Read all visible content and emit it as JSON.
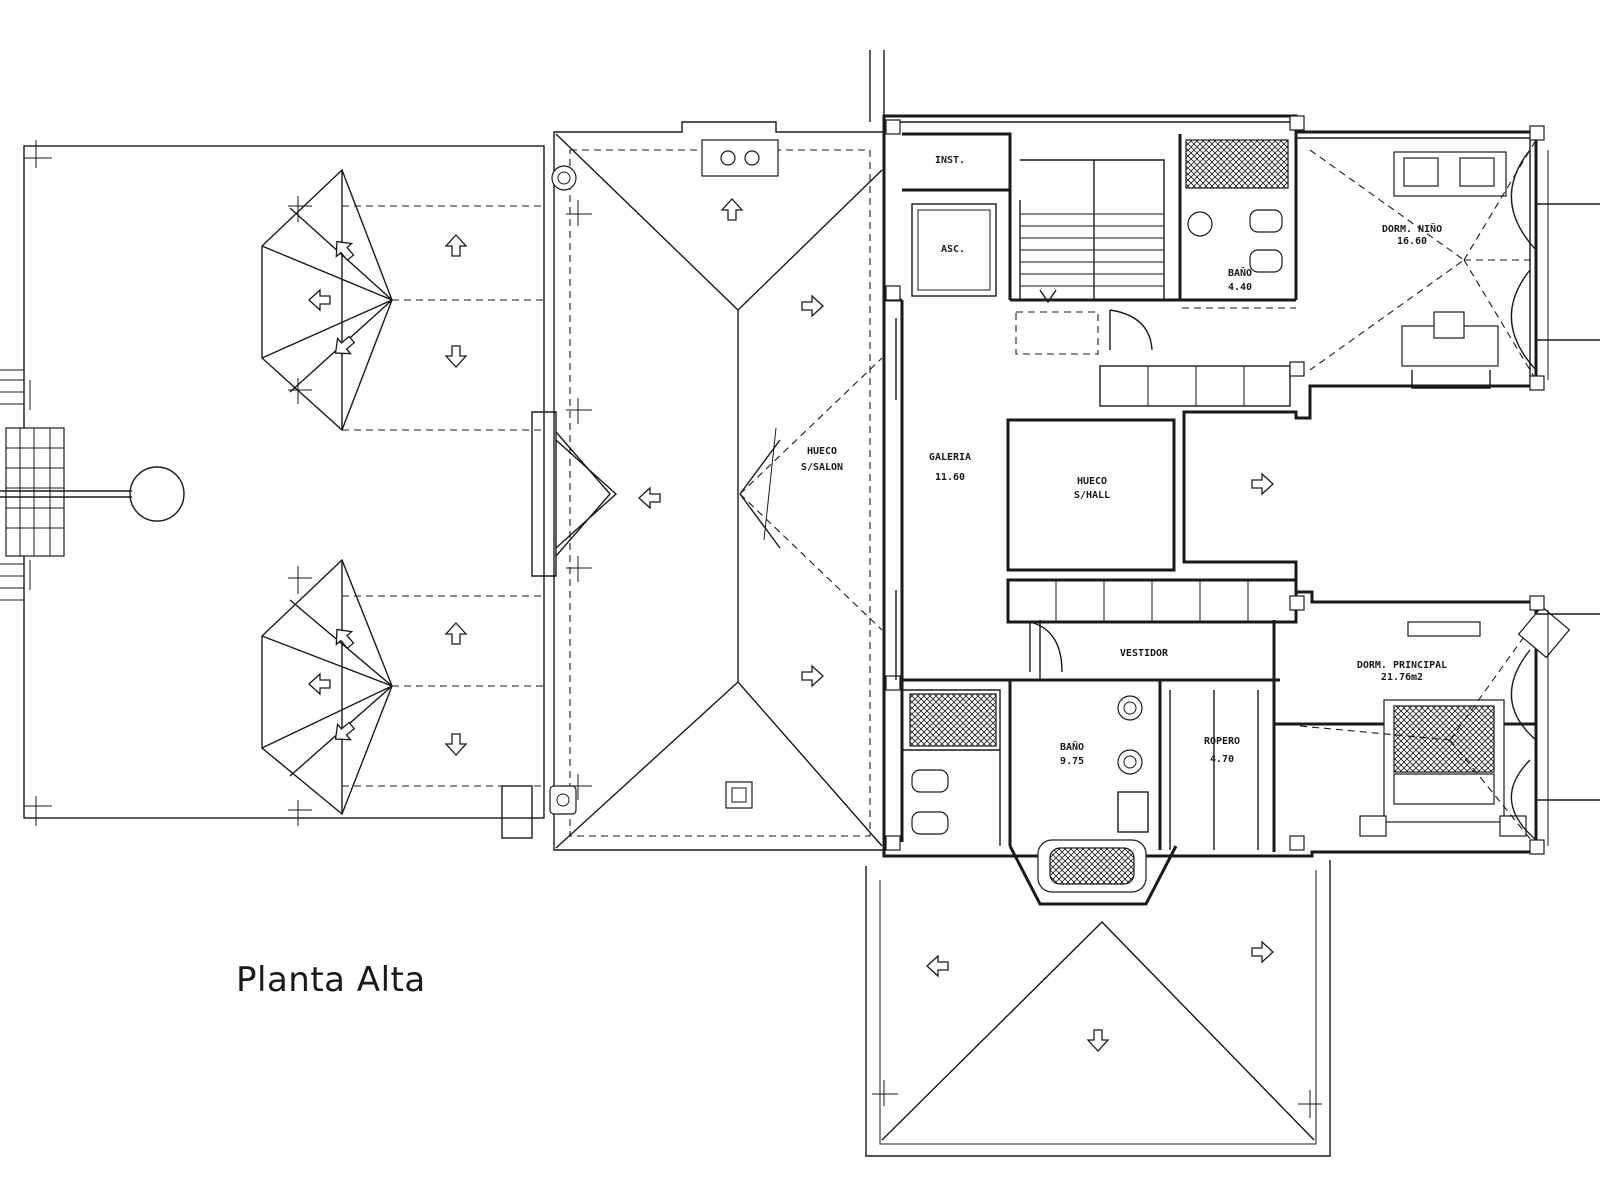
{
  "title": "Planta Alta",
  "rooms": {
    "inst": "INST.",
    "asc": "ASC.",
    "bano_small": {
      "name": "BAÑO",
      "area": "4.40"
    },
    "dorm_nino": {
      "name": "DORM. NIÑO",
      "area": "16.60"
    },
    "hueco_salon": {
      "line1": "HUECO",
      "line2": "S/SALON"
    },
    "galeria": {
      "name": "GALERIA",
      "area": "11.60"
    },
    "hueco_hall": {
      "line1": "HUECO",
      "line2": "S/HALL"
    },
    "vestidor": "VESTIDOR",
    "dorm_principal": {
      "name": "DORM. PRINCIPAL",
      "area": "21.76m2"
    },
    "bano_large": {
      "name": "BAÑO",
      "area": "9.75"
    },
    "ropero": {
      "name": "ROPERO",
      "area": "4.70"
    }
  },
  "icons": {
    "roof_arrow": "roof-slope-arrow-icon",
    "chimney": "chimney-icon",
    "bathtub": "bathtub-icon"
  }
}
